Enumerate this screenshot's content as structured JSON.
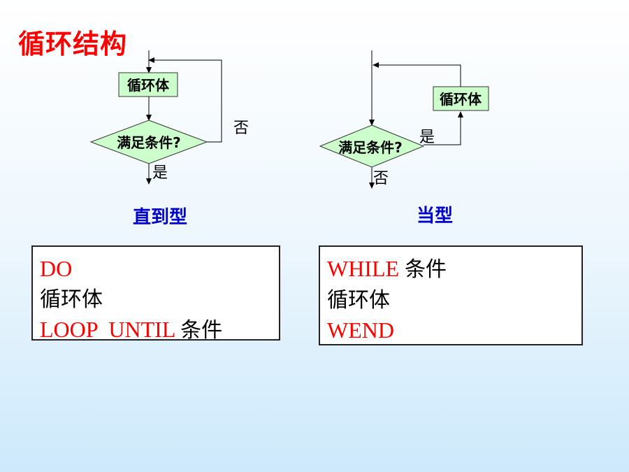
{
  "title": "循环结构",
  "until_loop": {
    "body_label": "循环体",
    "condition_label": "满足条件?",
    "no_label": "否",
    "yes_label": "是",
    "caption": "直到型",
    "code": {
      "line1_kw": "DO",
      "line2": "循环体",
      "line3_kw": "LOOP  UNTIL ",
      "line3_cond": "条件"
    }
  },
  "while_loop": {
    "body_label": "循环体",
    "condition_label": "满足条件?",
    "yes_label": "是",
    "no_label": "否",
    "caption": "当型",
    "code": {
      "line1_kw": "WHILE ",
      "line1_cond": "条件",
      "line2": "循环体",
      "line3_kw": "WEND"
    }
  },
  "colors": {
    "title": "#ff0000",
    "keyword": "#ff0000",
    "caption": "#0000cc",
    "box_fill": "#ccffcc",
    "diamond_fill": "#ccffcc"
  }
}
